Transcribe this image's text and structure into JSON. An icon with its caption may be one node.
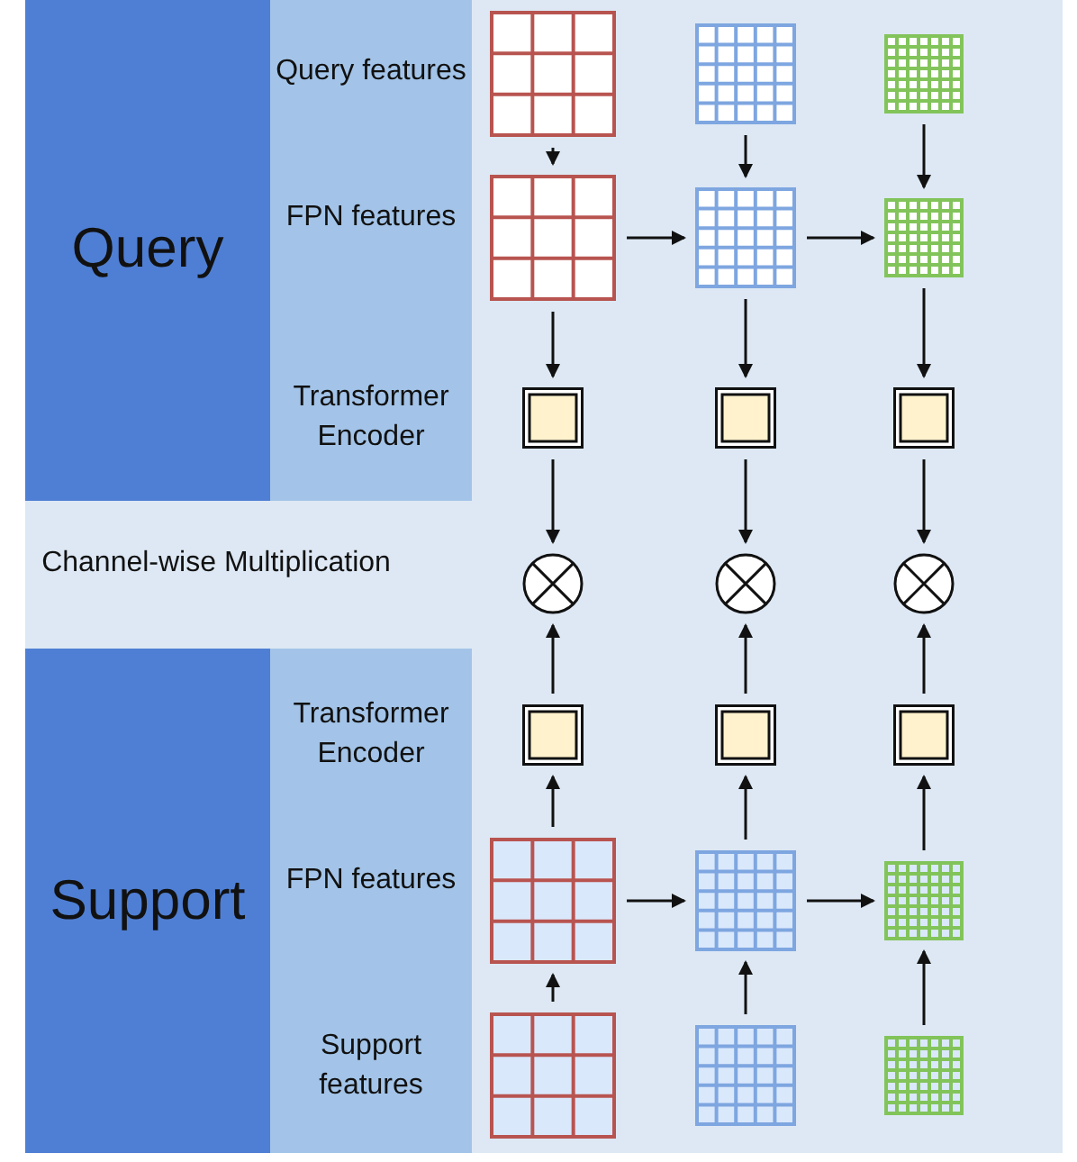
{
  "diagram": {
    "nodes": [
      {
        "text": [
          "Query"
        ]
      },
      {
        "text": [
          "Query features",
          "FPN features",
          "Transformer Encoder"
        ]
      },
      {
        "text": [],
        "shape": "grid"
      },
      {
        "text": [],
        "shape": "grid"
      },
      {
        "text": [],
        "shape": "grid"
      },
      {
        "text": [],
        "shape": "grid"
      },
      {
        "text": [],
        "shape": "grid"
      },
      {
        "text": [],
        "shape": "grid"
      },
      {
        "text": [],
        "shape": "box"
      },
      {
        "text": [],
        "shape": "box"
      },
      {
        "text": [],
        "shape": "box"
      },
      {
        "text": [],
        "shape": "circle"
      },
      {
        "text": [],
        "shape": "circle"
      },
      {
        "text": [],
        "shape": "circle"
      },
      {
        "text": [
          "Support"
        ]
      },
      {
        "text": [
          "Transformer Encoder",
          "FPN features",
          "Support features"
        ]
      },
      {
        "text": [],
        "shape": "box"
      },
      {
        "text": [],
        "shape": "box"
      },
      {
        "text": [],
        "shape": "box"
      },
      {
        "text": [],
        "shape": "grid"
      },
      {
        "text": [],
        "shape": "grid"
      },
      {
        "text": [],
        "shape": "grid"
      },
      {
        "text": [],
        "shape": "grid"
      },
      {
        "text": [],
        "shape": "grid"
      },
      {
        "text": [],
        "shape": "grid"
      }
    ],
    "edges": [
      {
        "from": 2,
        "to": 5,
        "arrow": "to"
      },
      {
        "from": 3,
        "to": 6,
        "arrow": "to"
      },
      {
        "from": 4,
        "to": 7,
        "arrow": "to"
      },
      {
        "from": 5,
        "to": 6,
        "arrow": "to"
      },
      {
        "from": 6,
        "to": 7,
        "arrow": "to"
      },
      {
        "from": 5,
        "to": 8,
        "arrow": "to"
      },
      {
        "from": 6,
        "to": 9,
        "arrow": "to"
      },
      {
        "from": 7,
        "to": 10,
        "arrow": "to"
      },
      {
        "from": 8,
        "to": 11,
        "arrow": "to"
      },
      {
        "from": 9,
        "to": 12,
        "arrow": "to"
      },
      {
        "from": 10,
        "to": 13,
        "arrow": "to"
      },
      {
        "from": 16,
        "to": 11,
        "arrow": "to"
      },
      {
        "from": 17,
        "to": 12,
        "arrow": "to"
      },
      {
        "from": 18,
        "to": 13,
        "arrow": "to"
      },
      {
        "from": 19,
        "to": 16,
        "arrow": "to"
      },
      {
        "from": 20,
        "to": 17,
        "arrow": "to"
      },
      {
        "from": 21,
        "to": 18,
        "arrow": "to"
      },
      {
        "from": 19,
        "to": 20,
        "arrow": "to"
      },
      {
        "from": 20,
        "to": 21,
        "arrow": "to"
      },
      {
        "from": 22,
        "to": 19,
        "arrow": "to"
      },
      {
        "from": 23,
        "to": 20,
        "arrow": "to"
      },
      {
        "from": 24,
        "to": 21,
        "arrow": "to"
      }
    ],
    "labels": [
      "Channel-wise Multiplication"
    ]
  }
}
